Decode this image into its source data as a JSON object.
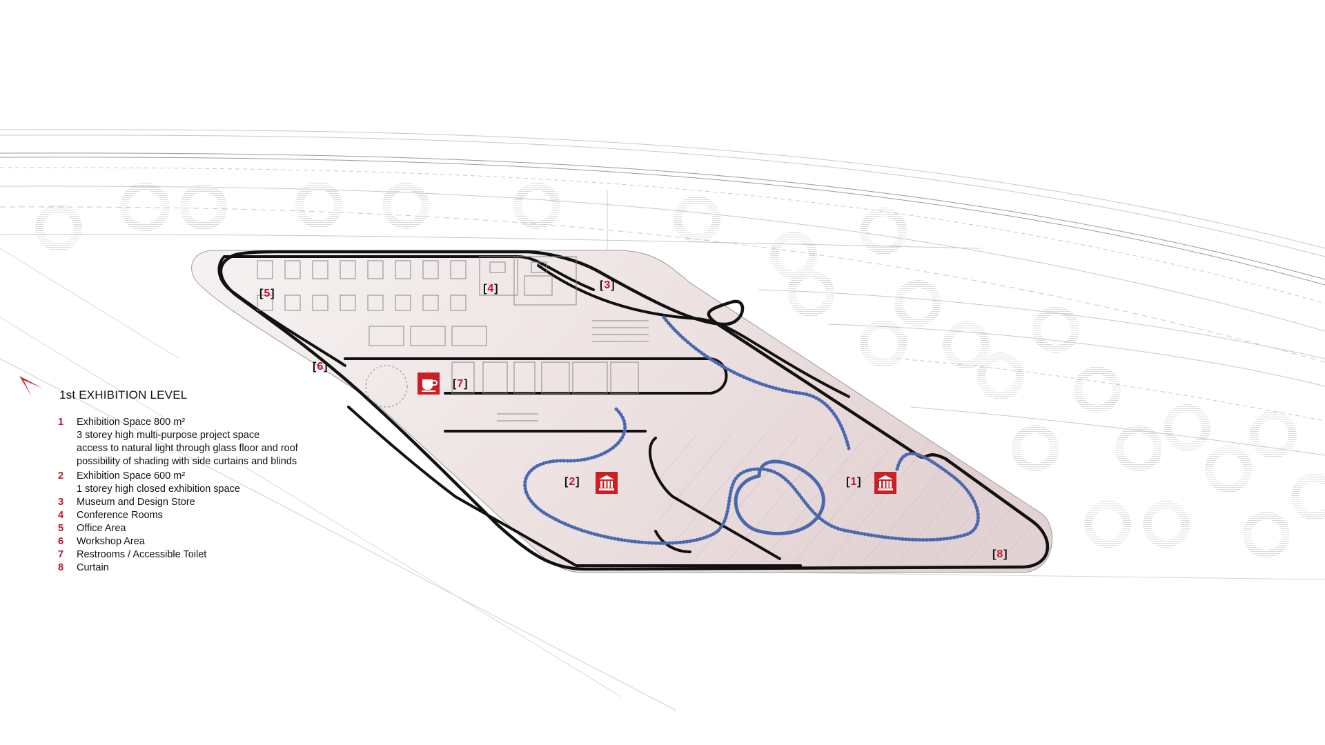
{
  "legend": {
    "title": "1st EXHIBITION LEVEL",
    "items": [
      {
        "num": "1",
        "lines": [
          "Exhibition Space  800 m²",
          "3 storey high multi-purpose project space",
          "access to natural light through glass floor and roof",
          "possibility of shading with side curtains and blinds"
        ]
      },
      {
        "num": "2",
        "lines": [
          "Exhibition Space  600 m²",
          "1 storey high closed exhibition space"
        ]
      },
      {
        "num": "3",
        "lines": [
          "Museum and Design Store"
        ]
      },
      {
        "num": "4",
        "lines": [
          "Conference Rooms"
        ]
      },
      {
        "num": "5",
        "lines": [
          "Office Area"
        ]
      },
      {
        "num": "6",
        "lines": [
          "Workshop Area"
        ]
      },
      {
        "num": "7",
        "lines": [
          "Restrooms / Accessible Toilet"
        ]
      },
      {
        "num": "8",
        "lines": [
          "Curtain"
        ]
      }
    ]
  },
  "plan_tags": [
    "1",
    "2",
    "3",
    "4",
    "5",
    "6",
    "7",
    "8"
  ],
  "icons": [
    {
      "name": "museum-icon",
      "for": "1"
    },
    {
      "name": "museum-icon",
      "for": "2"
    },
    {
      "name": "cafe-icon",
      "for": "cafe"
    }
  ],
  "colors": {
    "accent_red": "#cc1f24",
    "path_blue": "#4a68b0",
    "building_fill": "#efe4e4",
    "outline": "#111111",
    "context_lines": "#bdbdbd"
  }
}
